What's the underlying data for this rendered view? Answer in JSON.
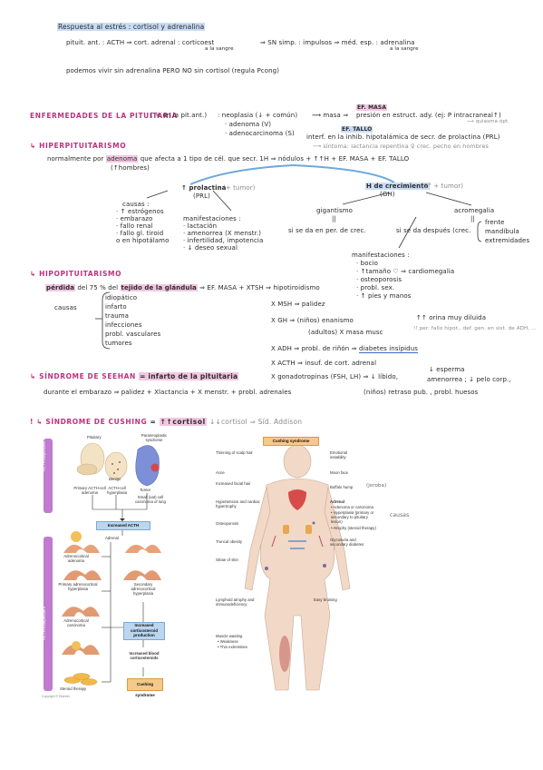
{
  "top": {
    "title": "Respuesta al estrés : cortisol y adrenalina",
    "l1a": "pituit. ant. : ACTH ⇒ cort. adrenal : corticoest",
    "l1b": "a la sangre",
    "l1c": "⇒ SN simp. : impulsos ⇒ méd. esp. : adrenalina",
    "l1d": "a la sangre",
    "l2": "podemos vivir sin adrenalina  PERO  NO sin cortisol (regula Pcong)"
  },
  "pit": {
    "heading": "ENFERMEDADES DE LA PITUITARIA",
    "heading2": "( + en la pit.ant.)",
    "neo": ": neoplasia (↓ + común)",
    "adenoma": "· adenoma (V)",
    "adenocarc": "· adenocarcinoma (S)",
    "masa": "⟿ masa ⇒",
    "ef_masa": "EF. MASA",
    "presion": "presión en estruct. ady. (ej: P intracraneal↑)",
    "quiasma": "⟶ quiasma ópt.",
    "ef_tallo": "EF. TALLO",
    "interf": "interf. en la inhib. hipotalámica de secr. de prolactina (PRL)",
    "sintoma": "⟶ síntoma: lactancia repentina ♀ crec. pecho en hombres"
  },
  "hiper": {
    "heading": "HIPERPITUITARISMO",
    "line": "normalmente por",
    "adenoma": "adenoma",
    "line2": "que afecta a 1 tipo de cél. que secr. 1H ⇒ nódulos + ↑↑H + EF. MASA + EF. TALLO",
    "hombres": "(↑hombres)",
    "prolactina": "↑ prolactina",
    "prl": "(PRL)",
    "tumor": "(+ tumor)",
    "causas_t": "causas :",
    "causas": [
      "· ↑ estrógenos",
      "· embarazo",
      "· fallo renal",
      "· fallo gl. tiroid",
      "  o en hipotálamo"
    ],
    "manif_t": "manifestaciones :",
    "manif": [
      "· lactación",
      "· amenorrea (X menstr.)",
      "· infertilidad, impotencia",
      "· ↓ deseo sexual"
    ],
    "gh": "H de crecimiento",
    "gh2": "(GH)",
    "gh_tumor": "(2° + tumor)",
    "gig": "gigantismo",
    "gig2": "si se da en per. de crec.",
    "acro": "acromegalia",
    "acro2": "si se da después (crec.",
    "frente": "frente",
    "mandibula": "mandíbula",
    "extrem": "extremidades",
    "manif2_t": "manifestaciones :",
    "manif2": [
      "· bocio",
      "· ↑tamaño ♡ ⇒ cardiomegalia",
      "· osteoporosis",
      "· probl. sex.",
      "· ↑ pies y manos"
    ]
  },
  "hipo": {
    "heading": "HIPOPITUITARISMO",
    "perdida": "pérdida",
    "p2": "del 75 % del",
    "tejido": "tejido de la glándula",
    "p3": "⇒ EF. MASA + XTSH ⇒ hipotiroidismo",
    "causas_t": "causas",
    "causas": [
      "idiopático",
      "infarto",
      "trauma",
      "infecciones",
      "probl. vasculares",
      "tumores"
    ],
    "msh": "X MSH ⇒ palidez",
    "gh": "X GH ⇒ (niños) enanismo",
    "gh2": "(adultos) X masa musc",
    "adh": "X ADH ⇒ probl. de riñón ⇒",
    "diabetes": "diabetes insípidus",
    "orina": "↑↑ orina muy diluida",
    "orina2": "!! per: fallo hipot., def. gen. en sist. de ADH, ...",
    "acth": "X ACTH ⇒ insuf. de cort. adrenal",
    "gonad": "X gonadotropinas (FSH, LH) ⇒ ↓ líbido,",
    "esperma": "↓ esperma",
    "amenorrea": "amenorrea  ; ↓ pelo corp.,",
    "retraso": "(niños) retraso pub. , probl. huesos"
  },
  "sheehan": {
    "heading": "SÍNDROME DE SEEHAN",
    "def": "= infarto de la pituitaria",
    "line": "durante el embarazo ⇒ palidez + Xlactancia + X menstr. + probl. adrenales"
  },
  "cushing": {
    "heading": "SÍNDROME DE CUSHING",
    "eq": "=",
    "cort": "↑↑cortisol",
    "alt": "↓↓cortisol ⇒ Síd. Addison"
  },
  "figL": {
    "pituitary": "Pituitary",
    "paraneo": "Paraneoplastic syndrome",
    "acth_dep": "ACTH-dependent",
    "acth_indep": "ACTH-independent",
    "a1": "Primary ACTH-cell adenoma",
    "a2": "ACTH-cell hyperplasia",
    "a3": "Small (oat) cell carcinoma of lung",
    "tumor": "Tumor",
    "benign": "Benign",
    "inc_acth": "Increased ACTH",
    "adrenal": "Adrenal",
    "adreno_aden": "Adrenocortical adenoma",
    "primary_hyp": "Primary adrenocortical hyperplasia",
    "adreno_carc": "Adrenocortical carcinoma",
    "steroid": "Steroid therapy",
    "secondary": "Secondary adrenocortical hyperplasia",
    "inc_cort": "Increased corticosteroid production",
    "inc_blood": "Increased blood corticosteroids",
    "cushing_syn": "Cushing syndrome",
    "credit": "Copyright © Elsevier"
  },
  "figR": {
    "title": "Cushing syndrome",
    "left": [
      "Thinning of scalp hair",
      "Acne",
      "Increased facial hair",
      "Hypertension and cardiac hypertrophy",
      "Osteoporosis",
      "Truncal obesity",
      "Striae of skin",
      "Lymphoid atrophy and immunodeficiency",
      "Muscle wasting",
      "• Weakness",
      "• Thin extremities"
    ],
    "right": [
      "Emotional instability",
      "Moon face",
      "Buffalo hump",
      "Adrenal",
      "• Adenoma or carcinoma",
      "• Hyperplasia (primary or secondary to pituitary lesion)",
      "• Atrophy (steroid therapy)",
      "Glycosuria and secondary diabetes",
      "Easy bruising"
    ],
    "joroba": "(joroba)",
    "causas": "causas"
  },
  "colors": {
    "magenta": "#c0307f",
    "blue_hl": "#c9dcf5",
    "pink_hl": "#f2c7e2",
    "fig_blue": "#bcd6ef"
  }
}
